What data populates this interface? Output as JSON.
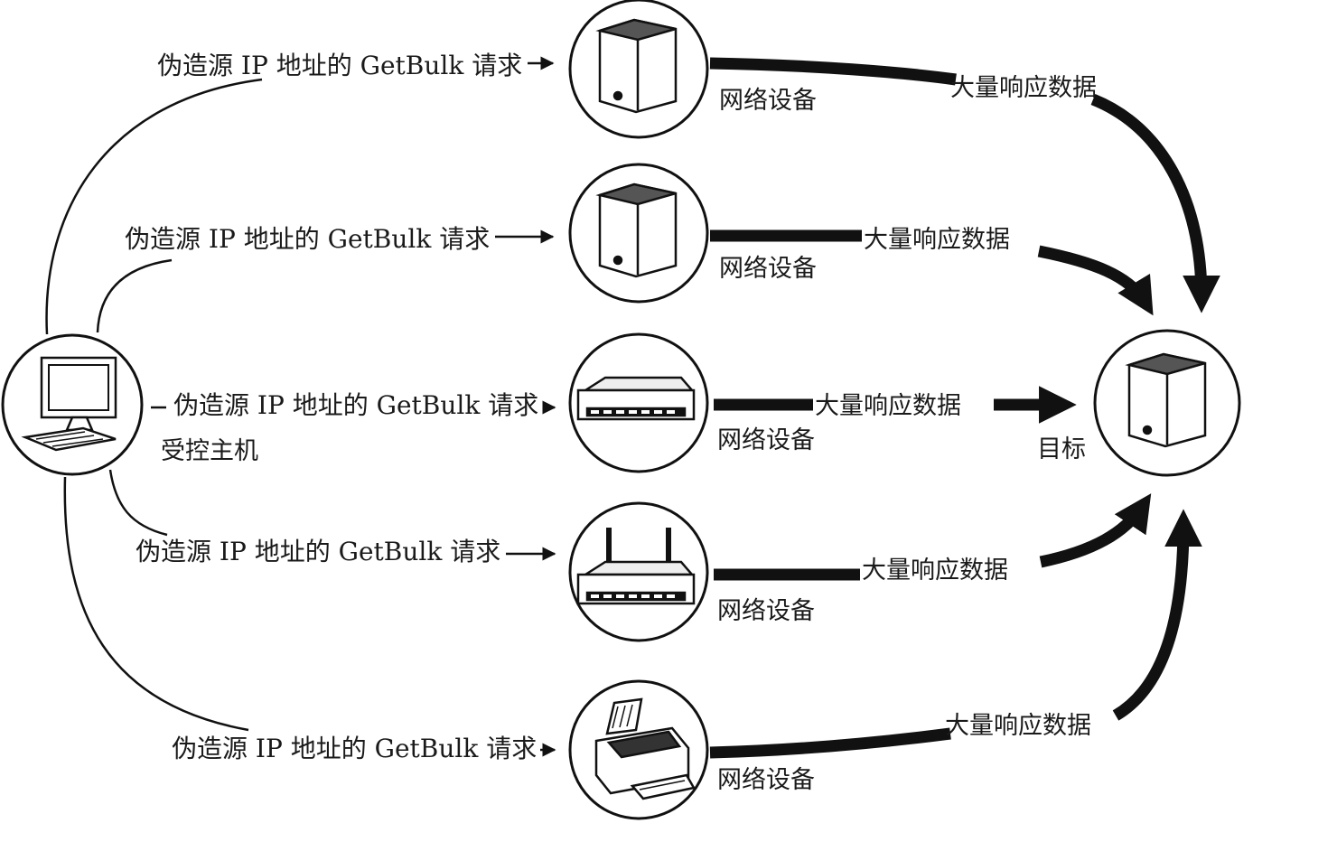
{
  "controlled_host": {
    "label": "受控主机",
    "icon": "desktop-computer-icon"
  },
  "target": {
    "label": "目标",
    "icon": "server-icon"
  },
  "rows": [
    {
      "request_label": "伪造源 IP 地址的 GetBulk 请求",
      "device_label": "网络设备",
      "response_label": "大量响应数据",
      "device_icon": "server-icon"
    },
    {
      "request_label": "伪造源 IP 地址的 GetBulk 请求",
      "device_label": "网络设备",
      "response_label": "大量响应数据",
      "device_icon": "server-icon"
    },
    {
      "request_label": "伪造源 IP 地址的 GetBulk 请求",
      "device_label": "网络设备",
      "response_label": "大量响应数据",
      "device_icon": "switch-icon"
    },
    {
      "request_label": "伪造源 IP 地址的 GetBulk 请求",
      "device_label": "网络设备",
      "response_label": "大量响应数据",
      "device_icon": "router-icon"
    },
    {
      "request_label": "伪造源 IP 地址的 GetBulk 请求",
      "device_label": "网络设备",
      "response_label": "大量响应数据",
      "device_icon": "printer-icon"
    }
  ]
}
